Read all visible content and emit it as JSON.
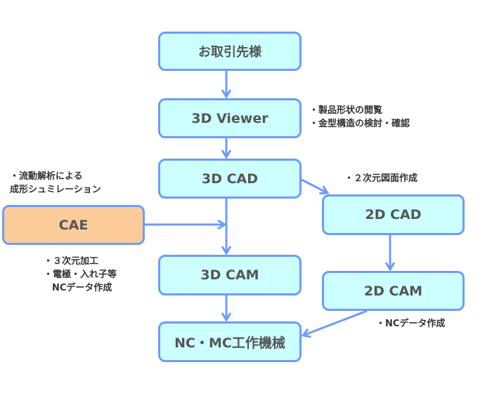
{
  "diagram": {
    "nodes": {
      "client": {
        "label": "お取引先様"
      },
      "viewer3d": {
        "label": "3D Viewer"
      },
      "cad3d": {
        "label": "3D CAD"
      },
      "cae": {
        "label": "CAE"
      },
      "cam3d": {
        "label": "3D CAM"
      },
      "machine": {
        "label": "NC・MC工作機械"
      },
      "cad2d": {
        "label": "2D CAD"
      },
      "cam2d": {
        "label": "2D CAM"
      }
    },
    "notes": {
      "viewer3d": [
        "・製品形状の閲覧",
        "・金型構造の検討・確認"
      ],
      "cae": [
        "・流動解析による",
        "成形シュミレーション"
      ],
      "cam3d": [
        "・３次元加工",
        "・電極・入れ子等",
        "NCデータ作成"
      ],
      "cad2d": [
        "・２次元図面作成"
      ],
      "cam2d": [
        "・NCデータ作成"
      ]
    },
    "edges": [
      {
        "from": "client",
        "to": "viewer3d"
      },
      {
        "from": "viewer3d",
        "to": "cad3d"
      },
      {
        "from": "cad3d",
        "to": "cam3d"
      },
      {
        "from": "cae",
        "to": "cad3d-cam3d-line"
      },
      {
        "from": "cad3d",
        "to": "cad2d"
      },
      {
        "from": "cam3d",
        "to": "machine"
      },
      {
        "from": "cad2d",
        "to": "cam2d"
      },
      {
        "from": "cam2d",
        "to": "machine"
      }
    ],
    "colors": {
      "border": "#6f9cf6",
      "box_fill": "#ccffff",
      "cae_fill": "#fbcb9a",
      "text": "#555555"
    }
  }
}
